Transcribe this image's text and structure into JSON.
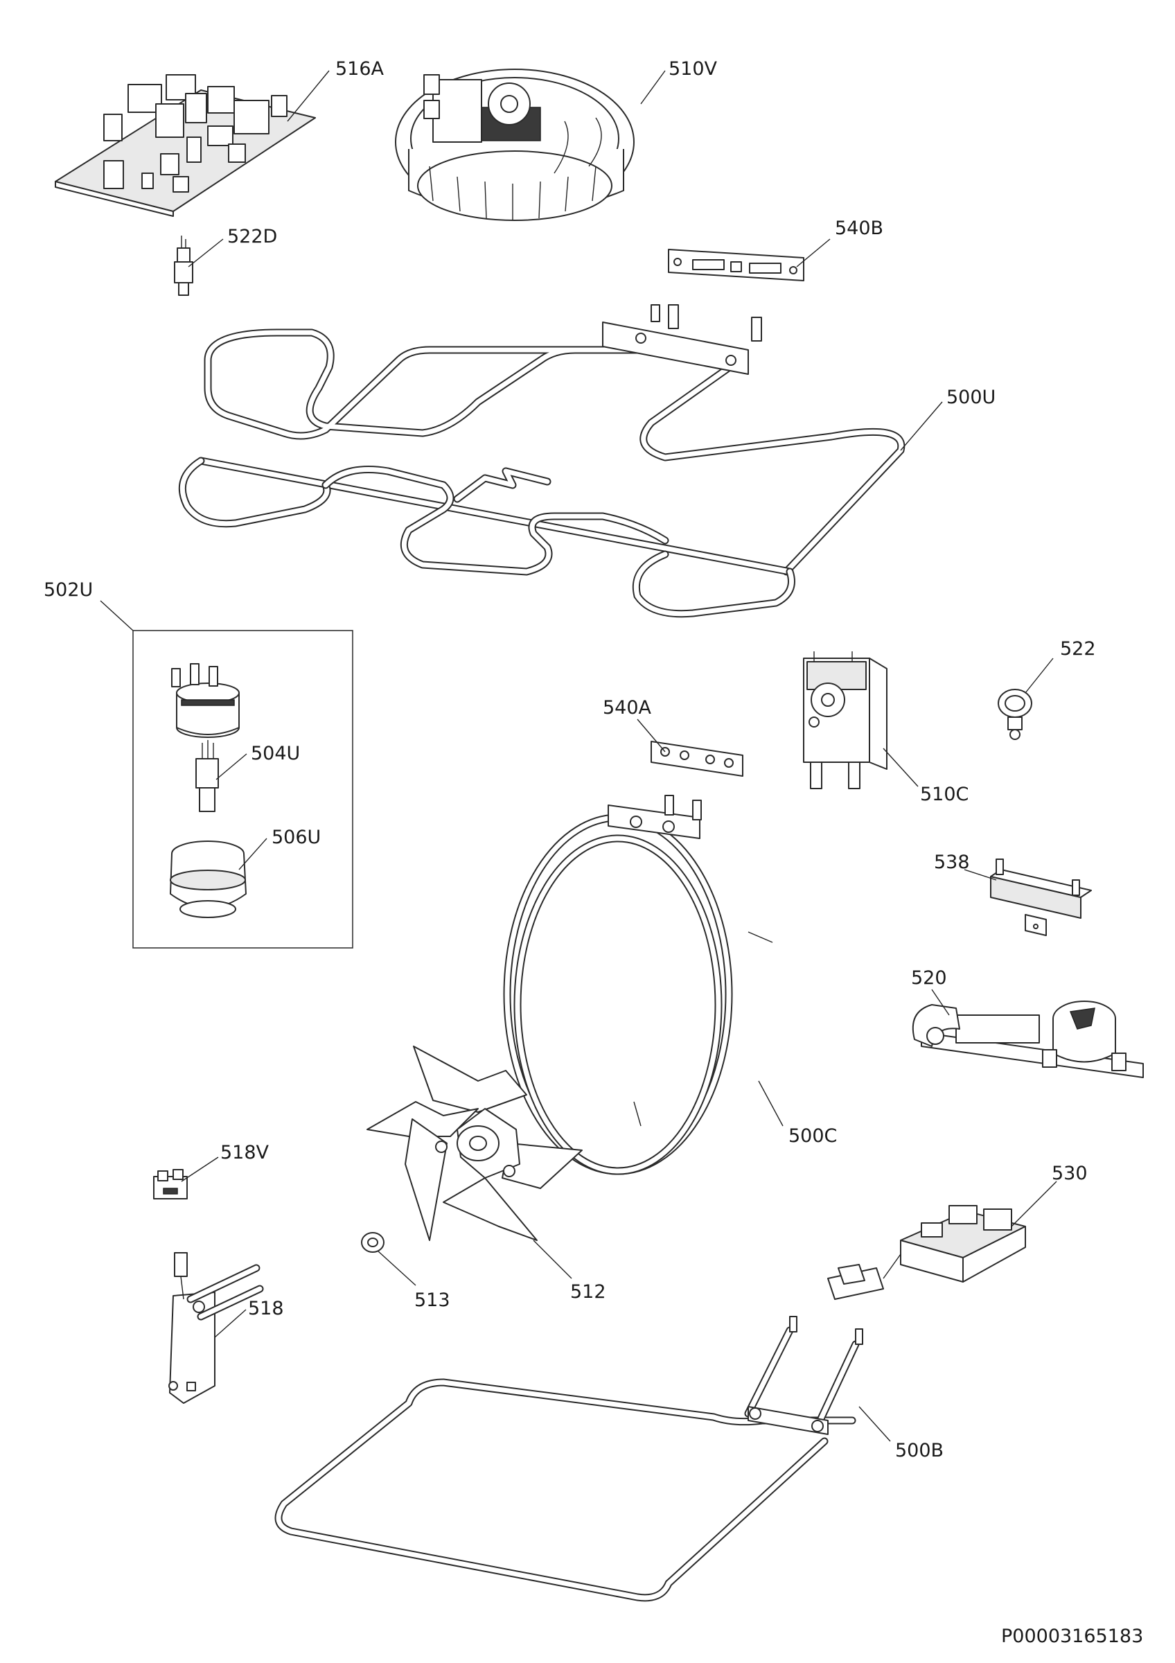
{
  "diagram": {
    "labels": {
      "p516A": "516A",
      "p510V": "510V",
      "p522D": "522D",
      "p540B": "540B",
      "p500U": "500U",
      "p502U": "502U",
      "p504U": "504U",
      "p506U": "506U",
      "p540A": "540A",
      "p510C": "510C",
      "p522": "522",
      "p538": "538",
      "p520": "520",
      "p500C": "500C",
      "p518V": "518V",
      "p513": "513",
      "p512": "512",
      "p518": "518",
      "p530": "530",
      "p500B": "500B"
    },
    "document_number": "P00003165183"
  }
}
